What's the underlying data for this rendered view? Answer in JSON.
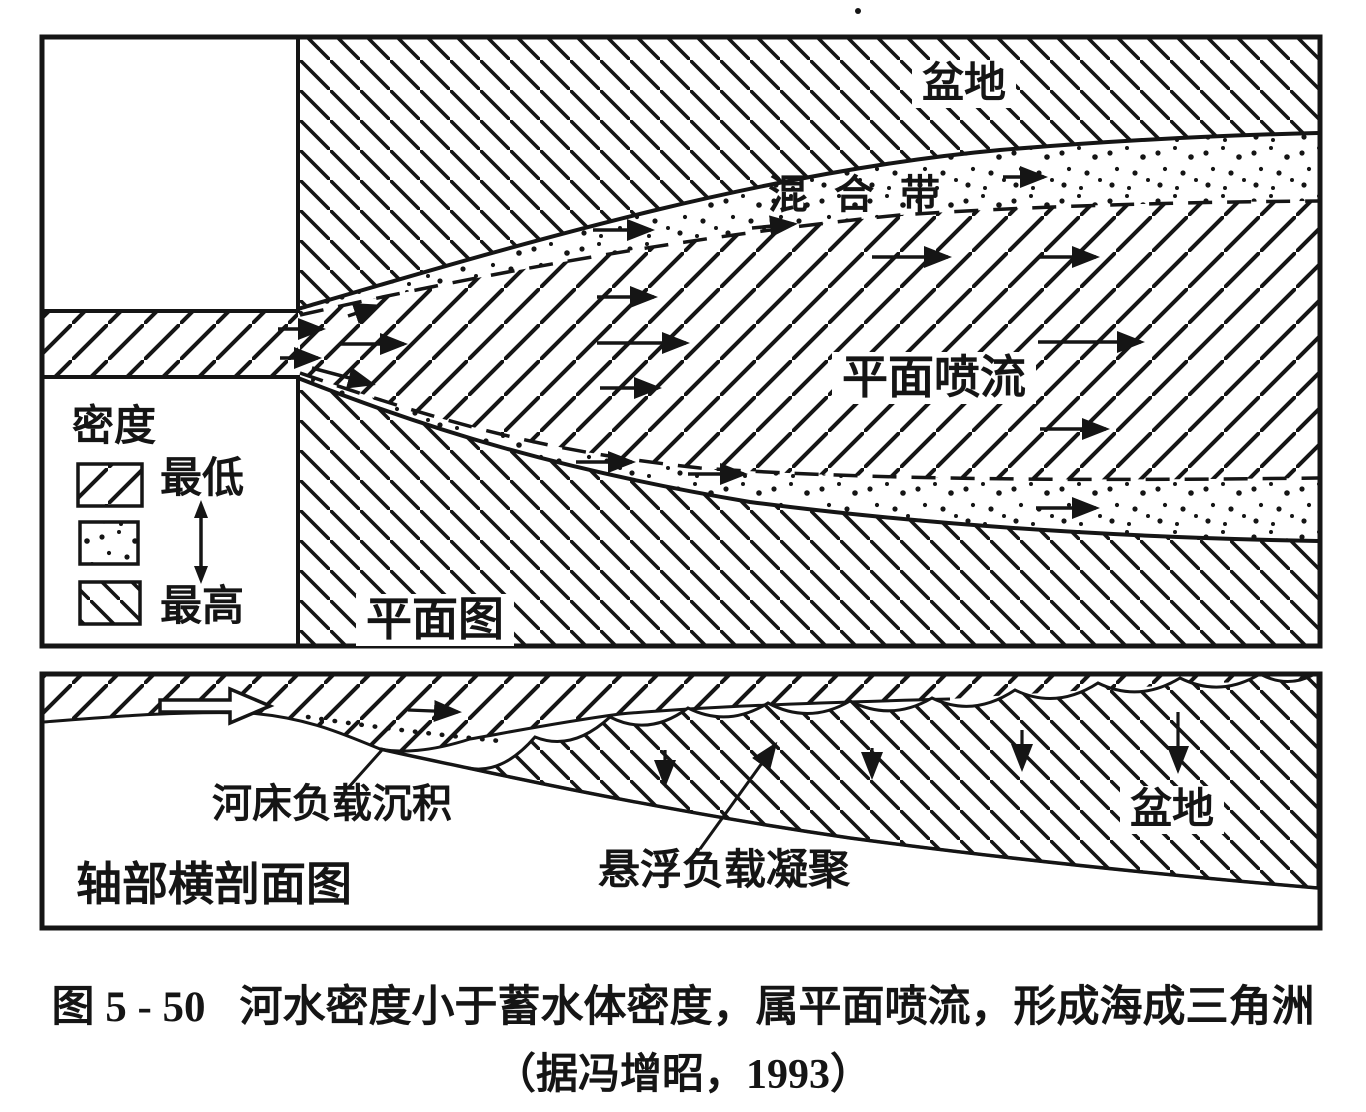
{
  "figure": {
    "caption_prefix": "图 5 - 50",
    "caption_text": "河水密度小于蓄水体密度，属平面喷流，形成海成三角洲",
    "caption_source": "（据冯增昭，1993）"
  },
  "plan_view": {
    "basin_label": "盆地",
    "mixing_zone_label": "混 合 带",
    "jet_label": "平面喷流",
    "panel_label": "平面图",
    "legend": {
      "title": "密度",
      "lowest_label": "最低",
      "highest_label": "最高",
      "swatch_icons": [
        "diagonal-up-hatch-swatch",
        "dotted-swatch",
        "diagonal-down-hatch-swatch"
      ]
    }
  },
  "cross_section": {
    "bed_load_label": "河床负载沉积",
    "suspended_load_label": "悬浮负载凝聚",
    "basin_label": "盆地",
    "panel_label": "轴部横剖面图"
  },
  "colors": {
    "ink": "#151515",
    "paper": "#ffffff"
  }
}
